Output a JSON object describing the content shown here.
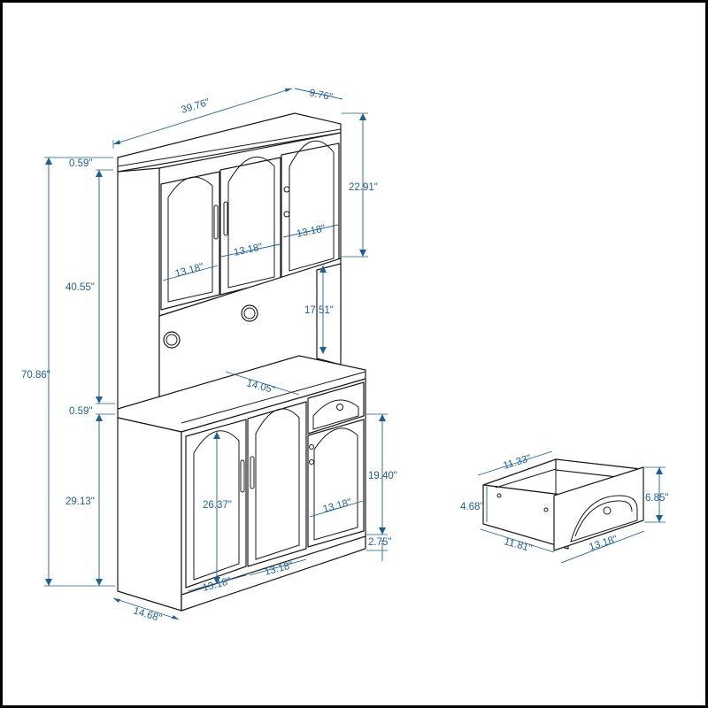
{
  "colors": {
    "dimension": "#1f5f95",
    "outline": "#1a1a1a",
    "frame": "#000000"
  },
  "labels": {
    "width_top": "39.76\"",
    "depth_top": "9.76\"",
    "top_thickness": "0.59\"",
    "upper_height": "40.55\"",
    "total_height": "70.86\"",
    "mid_thickness": "0.59\"",
    "lower_height": "29.13\"",
    "upper_door_height": "22.91\"",
    "upper_door_1": "13.18\"",
    "upper_door_2": "13.18\"",
    "upper_door_3": "13.18\"",
    "open_shelf_height": "17.51\"",
    "counter_width": "14.05\"",
    "lower_door_height": "26.37\"",
    "lower_door_1": "13.18\"",
    "lower_door_2": "13.18\"",
    "right_door_height": "19.40\"",
    "right_door_width": "13.18\"",
    "base_height": "2.75\"",
    "base_depth": "14.68\"",
    "drawer_depth": "11.33\"",
    "drawer_inner_height": "4.68\"",
    "drawer_front_height": "6.85\"",
    "drawer_width": "11.81\"",
    "drawer_front_width": "13.18\""
  }
}
